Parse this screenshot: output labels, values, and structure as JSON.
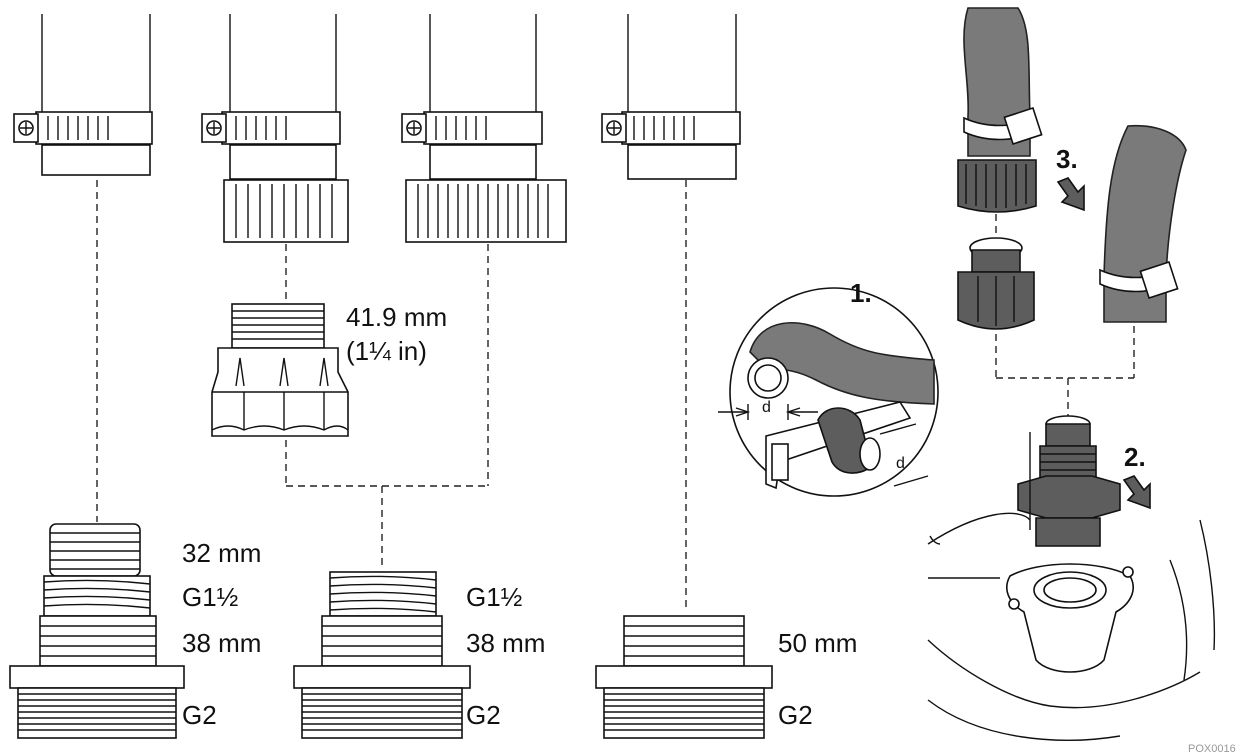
{
  "labels": {
    "fitting_a_top": "32 mm",
    "fitting_a_thread": "G1½",
    "fitting_a_mid": "38 mm",
    "fitting_a_base": "G2",
    "fitting_b_thread": "G1½",
    "fitting_b_mid": "38 mm",
    "fitting_b_base": "G2",
    "fitting_c_mid": "50 mm",
    "fitting_c_base": "G2",
    "adapter_size_mm": "41.9 mm",
    "adapter_size_in": "(1¼ in)",
    "detail_dim_d1": "d",
    "detail_dim_d2": "d"
  },
  "steps": {
    "step1": "1.",
    "step2": "2.",
    "step3": "3."
  },
  "figure_code": "POX0016",
  "colors": {
    "line": "#111111",
    "hose": "#7a7a7a",
    "hose_dark": "#5d5d5d",
    "background": "#ffffff"
  }
}
